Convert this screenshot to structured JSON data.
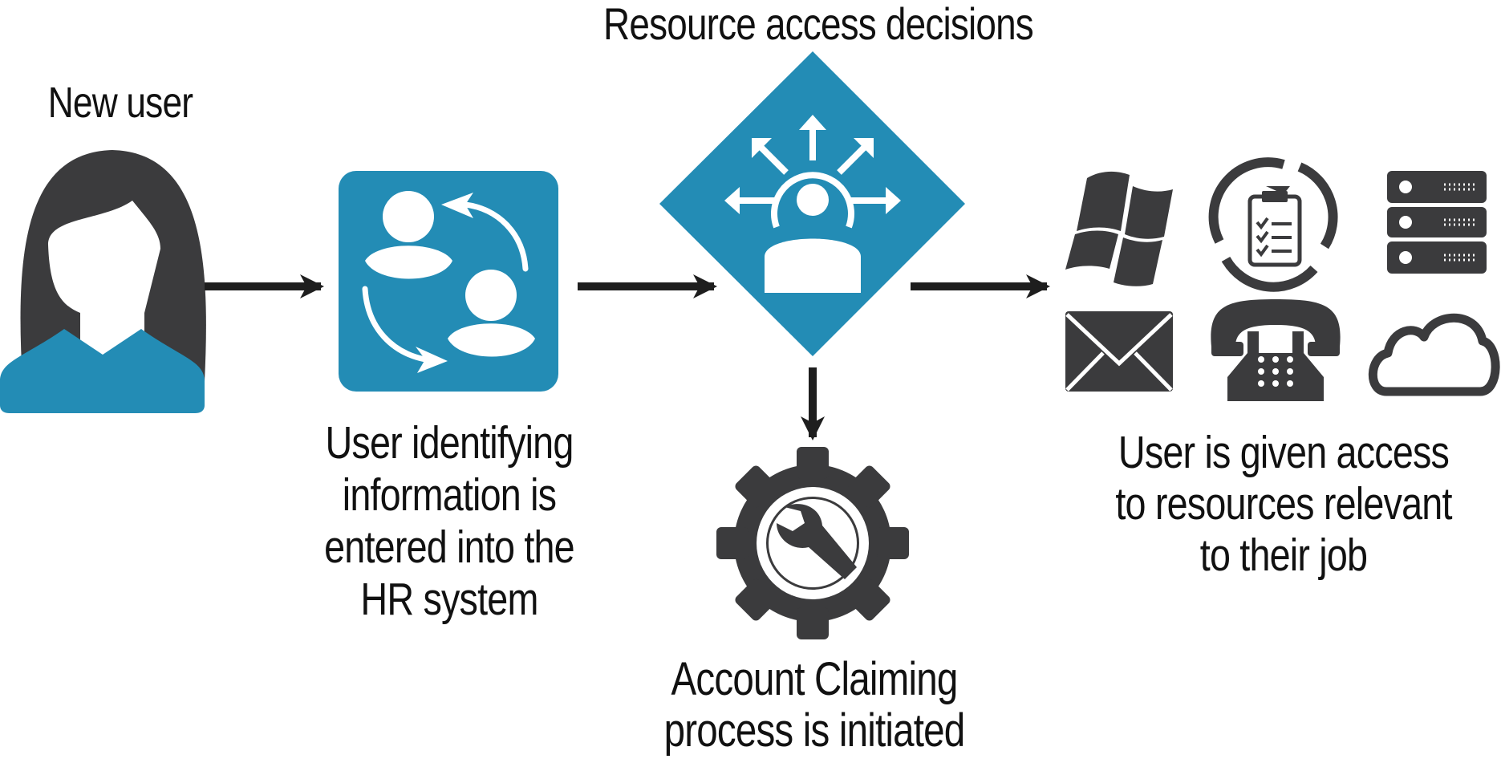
{
  "diagram": {
    "title": "New user onboarding access flow",
    "colors": {
      "accent": "#238cb5",
      "dark": "#3b3b3d",
      "arrow": "#1e1e1e"
    },
    "nodes": {
      "new_user": {
        "label": "New user",
        "icon": "woman-user-icon"
      },
      "hr_system": {
        "lines": [
          "User identifying",
          "information is",
          "entered into the",
          "HR system"
        ],
        "icon": "user-exchange-icon"
      },
      "access_decisions": {
        "label": "Resource access decisions",
        "icon": "user-distribute-icon"
      },
      "account_claiming": {
        "lines": [
          "Account Claiming",
          "process is initiated"
        ],
        "icon": "gear-wrench-icon"
      },
      "resources": {
        "lines": [
          "User is given access",
          "to resources relevant",
          "to their job"
        ],
        "icons": [
          "windows-icon",
          "checklist-cycle-icon",
          "server-icon",
          "mail-icon",
          "telephone-icon",
          "cloud-icon"
        ]
      }
    }
  }
}
